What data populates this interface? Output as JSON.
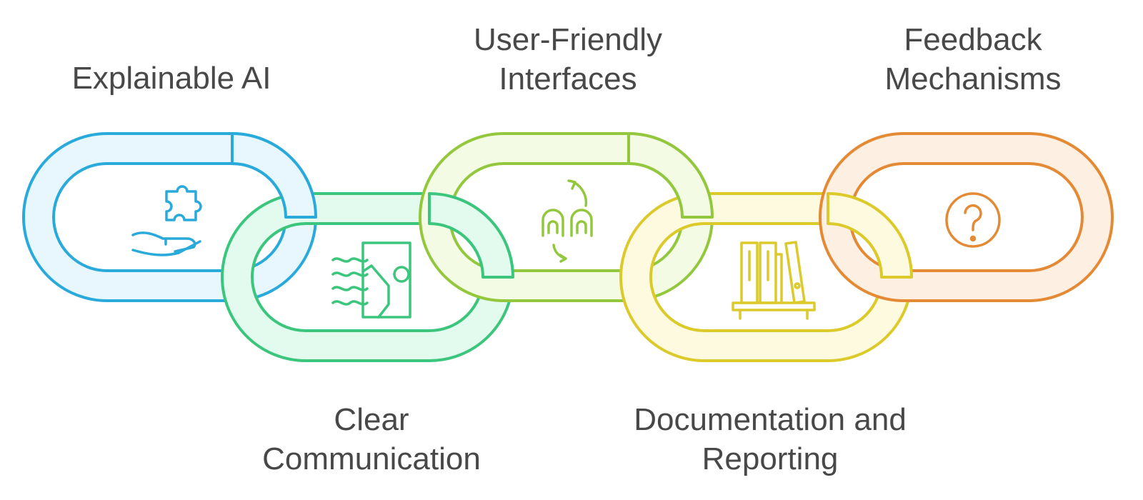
{
  "links": [
    {
      "id": "explainable-ai",
      "label_lines": [
        "Explainable AI"
      ],
      "icon": "hand-puzzle-icon",
      "stroke": "#29AADB",
      "fill": "#E8F7FD"
    },
    {
      "id": "clear-communication",
      "label_lines": [
        "Clear",
        "Communication"
      ],
      "icon": "wind-door-icon",
      "stroke": "#3CC67D",
      "fill": "#E3FAEE"
    },
    {
      "id": "user-friendly-interfaces",
      "label_lines": [
        "User-Friendly",
        "Interfaces"
      ],
      "icon": "swap-arrows-icon",
      "stroke": "#93C83E",
      "fill": "#F3FBE4"
    },
    {
      "id": "documentation-reporting",
      "label_lines": [
        "Documentation and",
        "Reporting"
      ],
      "icon": "binders-shelf-icon",
      "stroke": "#DCC92A",
      "fill": "#FDFAE0"
    },
    {
      "id": "feedback-mechanisms",
      "label_lines": [
        "Feedback",
        "Mechanisms"
      ],
      "icon": "question-circle-icon",
      "stroke": "#E48A35",
      "fill": "#FDEFE2"
    }
  ]
}
